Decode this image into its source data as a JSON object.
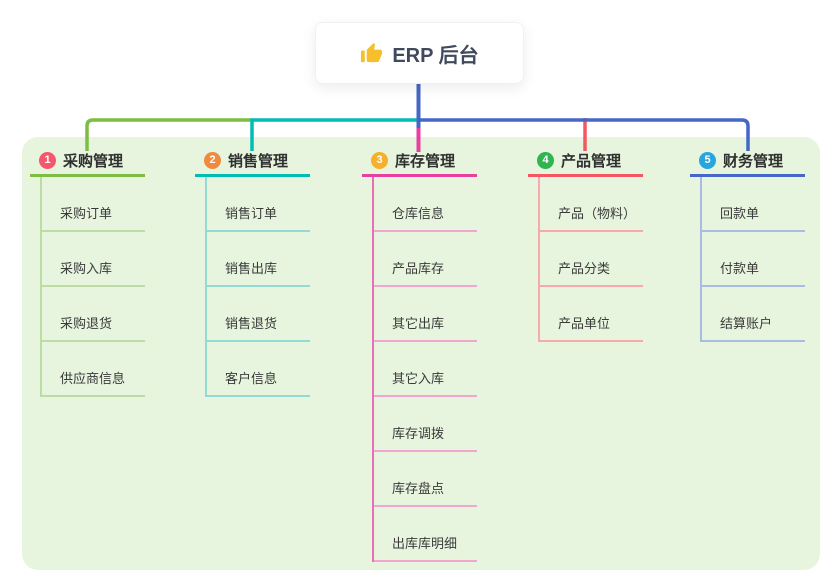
{
  "root": {
    "title": "ERP 后台",
    "icon": "thumbs-up-icon"
  },
  "theme": {
    "page_bg": "#ffffff",
    "panel_bg": "#e7f5df",
    "card_bg": "#ffffff",
    "text_color": "#3a3a3a",
    "root_text_color": "#3f4a5c",
    "root_line_color": "#4467c8",
    "thumb_color": "#f6c02d"
  },
  "branches": [
    {
      "index": "1",
      "label": "采购管理",
      "badge_color": "#f4586c",
      "line_color": "#7cbe42",
      "child_line_color": "#bcdca4",
      "child_vline_color": "#bcdca4",
      "children": [
        "采购订单",
        "采购入库",
        "采购退货",
        "供应商信息"
      ]
    },
    {
      "index": "2",
      "label": "销售管理",
      "badge_color": "#f18a3c",
      "line_color": "#00bdb4",
      "child_line_color": "#92dad3",
      "child_vline_color": "#92dad3",
      "children": [
        "销售订单",
        "销售出库",
        "销售退货",
        "客户信息"
      ]
    },
    {
      "index": "3",
      "label": "库存管理",
      "badge_color": "#f5b02e",
      "line_color": "#e83fa0",
      "child_line_color": "#f2a6cf",
      "child_vline_color": "#e96fb4",
      "children": [
        "仓库信息",
        "产品库存",
        "其它出库",
        "其它入库",
        "库存调拨",
        "库存盘点",
        "出库库明细"
      ]
    },
    {
      "index": "4",
      "label": "产品管理",
      "badge_color": "#2fb44f",
      "line_color": "#f25762",
      "child_line_color": "#f7a9ae",
      "child_vline_color": "#f7a9ae",
      "children": [
        "产品（物料）",
        "产品分类",
        "产品单位"
      ]
    },
    {
      "index": "5",
      "label": "财务管理",
      "badge_color": "#27a5dc",
      "line_color": "#4467c8",
      "child_line_color": "#a8bce4",
      "child_vline_color": "#a8bce4",
      "children": [
        "回款单",
        "付款单",
        "结算账户"
      ]
    }
  ]
}
